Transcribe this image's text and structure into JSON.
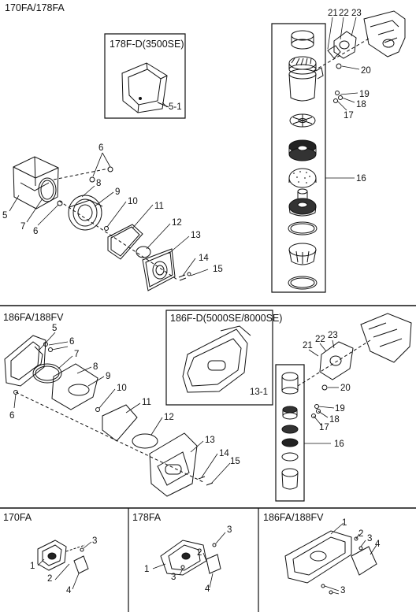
{
  "sections": {
    "top": {
      "title": "170FA/178FA",
      "inset_title": "178F-D(3500SE)",
      "inset_part": "5-1"
    },
    "middle": {
      "title": "186FA/188FV",
      "inset_title": "186F-D(5000SE/8000SE)",
      "inset_part": "13-1"
    },
    "bottom": [
      {
        "title": "170FA"
      },
      {
        "title": "178FA"
      },
      {
        "title": "186FA/188FV"
      }
    ]
  },
  "part_numbers": {
    "n1": "1",
    "n2": "2",
    "n3": "3",
    "n4": "4",
    "n5": "5",
    "n6": "6",
    "n7": "7",
    "n8": "8",
    "n9": "9",
    "n10": "10",
    "n11": "11",
    "n12": "12",
    "n13": "13",
    "n14": "14",
    "n15": "15",
    "n16": "16",
    "n17": "17",
    "n18": "18",
    "n19": "19",
    "n20": "20",
    "n21": "21",
    "n22": "22",
    "n23": "23"
  }
}
